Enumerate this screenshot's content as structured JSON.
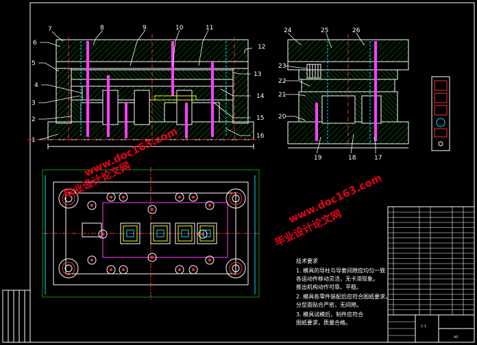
{
  "drawing": {
    "part_numbers_left": [
      "1",
      "2",
      "3",
      "4",
      "5",
      "6",
      "7",
      "8",
      "9",
      "10",
      "11",
      "12",
      "13",
      "14",
      "15",
      "16"
    ],
    "part_numbers_right": [
      "17",
      "18",
      "19",
      "20",
      "21",
      "22",
      "23",
      "24",
      "25",
      "26"
    ]
  },
  "watermarks": [
    {
      "text": "毕业设计论文网"
    },
    {
      "text": "www.doc163.com"
    },
    {
      "text": "毕业设计论文网"
    },
    {
      "text": "www.doc163.com"
    }
  ],
  "technical_notes": {
    "title": "技术要求",
    "lines": [
      "1. 模具的导柱与导套间隙应均匀一致",
      "   各运动件移动灵活，无卡滞现象。",
      "   推出机构动作可靠、平稳。",
      "2. 模具各零件装配后应符合图纸要求，",
      "   分型面贴合严密，无间隙。",
      "3. 模具试模后，制件应符合",
      "   图纸要求，质量合格。"
    ]
  },
  "title_block": {
    "scale": "1:1",
    "sheet": "A0"
  },
  "colors": {
    "background": "#000000",
    "line": "#ffffff",
    "hatch": "#00a000",
    "center": "#ff3030",
    "pin": "#ff40ff",
    "hidden": "#00e0ff",
    "accent": "#ffff00",
    "watermark": "#e8001c"
  }
}
